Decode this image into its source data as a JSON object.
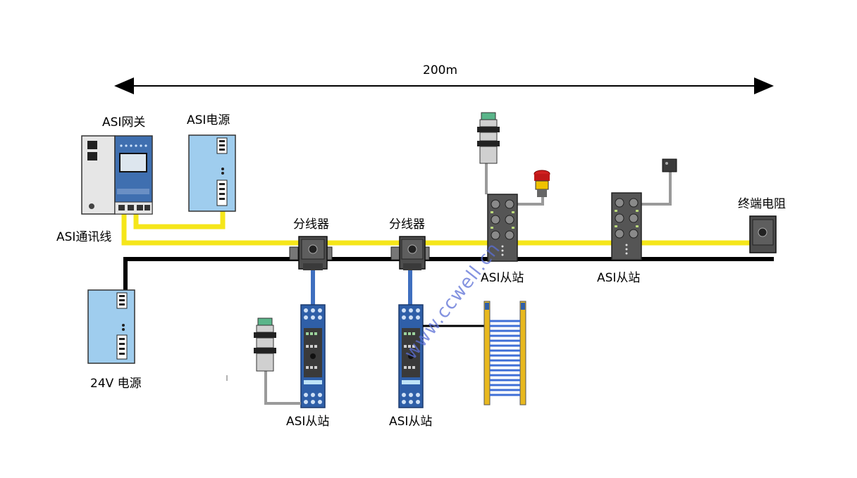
{
  "distance_label": "200m",
  "labels": {
    "gateway": "ASI网关",
    "asi_power": "ASI电源",
    "comm_line": "ASI通讯线",
    "power_24v": "24V 电源",
    "splitter_1": "分线器",
    "splitter_2": "分线器",
    "slave_top_1": "ASI从站",
    "slave_top_2": "ASI从站",
    "slave_bottom_1": "ASI从站",
    "slave_bottom_2": "ASI从站",
    "terminator": "终端电阻"
  },
  "watermark": "www.ccwell.cn",
  "colors": {
    "asi_bus": "#f5e61a",
    "power_bus": "#000000",
    "drop_cable": "#3f6fbf",
    "sensor_cable": "#9a9a9a",
    "power_supply": "#9fcdee",
    "module_dark": "#505050",
    "light_curtain": "#e8b81e"
  }
}
